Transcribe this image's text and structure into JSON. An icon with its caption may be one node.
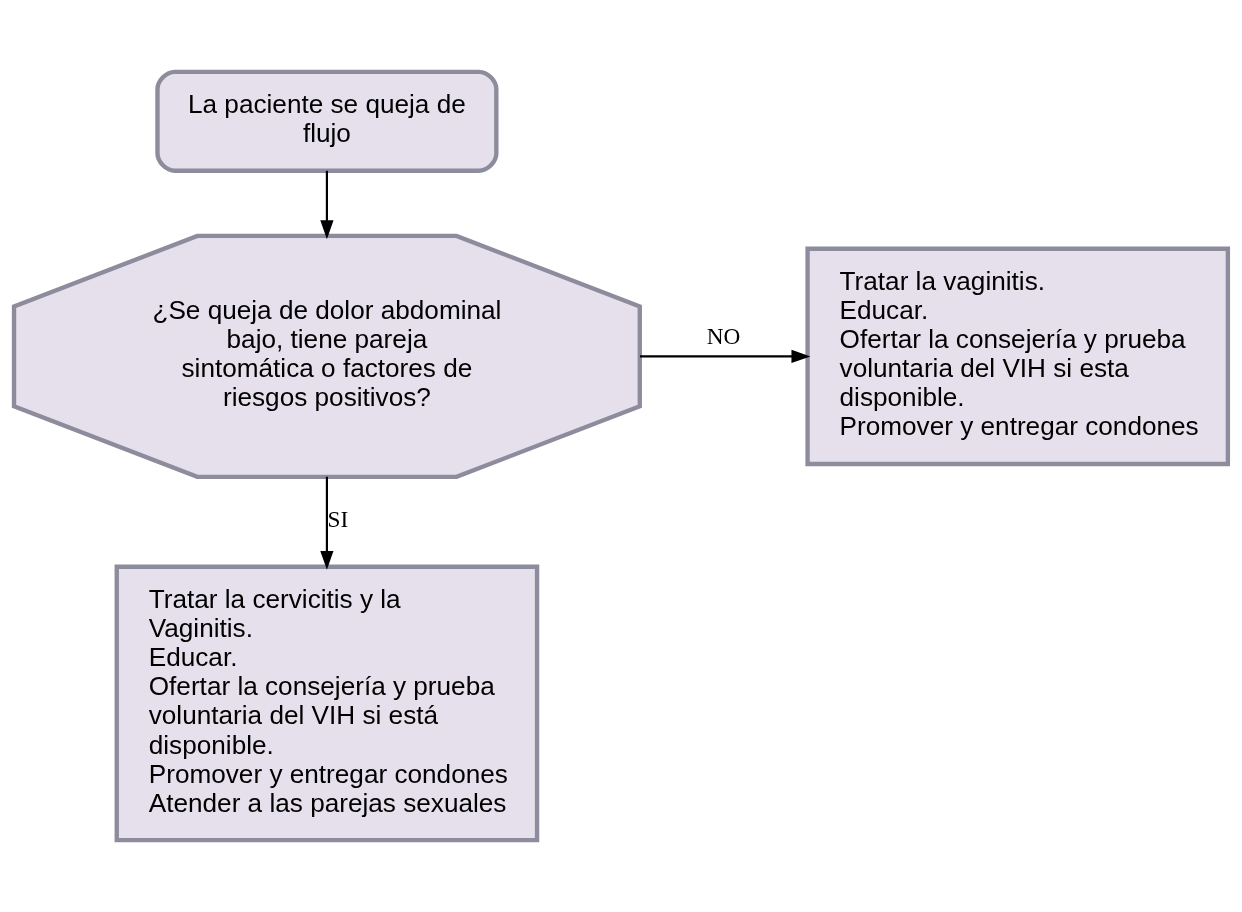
{
  "diagram": {
    "nodes": [
      {
        "text": [
          "La paciente se queja de flujo"
        ]
      },
      {
        "text": [
          "¿Se queja de dolor abdominal bajo, tiene pareja sintomática o factores de riesgos positivos?"
        ]
      },
      {
        "text": [
          "Tratar la vaginitis.",
          "Educar.",
          "Ofertar la consejería y prueba voluntaria del VIH si esta disponible.",
          "Promover y entregar condones"
        ]
      },
      {
        "text": [
          "Tratar la cervicitis y la Vaginitis.",
          "Educar.",
          "Ofertar la consejería y prueba voluntaria del VIH si está disponible.",
          "Promover y entregar condones",
          "Atender a las parejas sexuales"
        ]
      }
    ],
    "edges": [
      {
        "from": 0,
        "to": 1,
        "arrow": "to"
      },
      {
        "from": 1,
        "to": 2,
        "arrow": "to",
        "label": "NO"
      },
      {
        "from": 1,
        "to": 3,
        "arrow": "to",
        "label": "SI"
      }
    ]
  }
}
